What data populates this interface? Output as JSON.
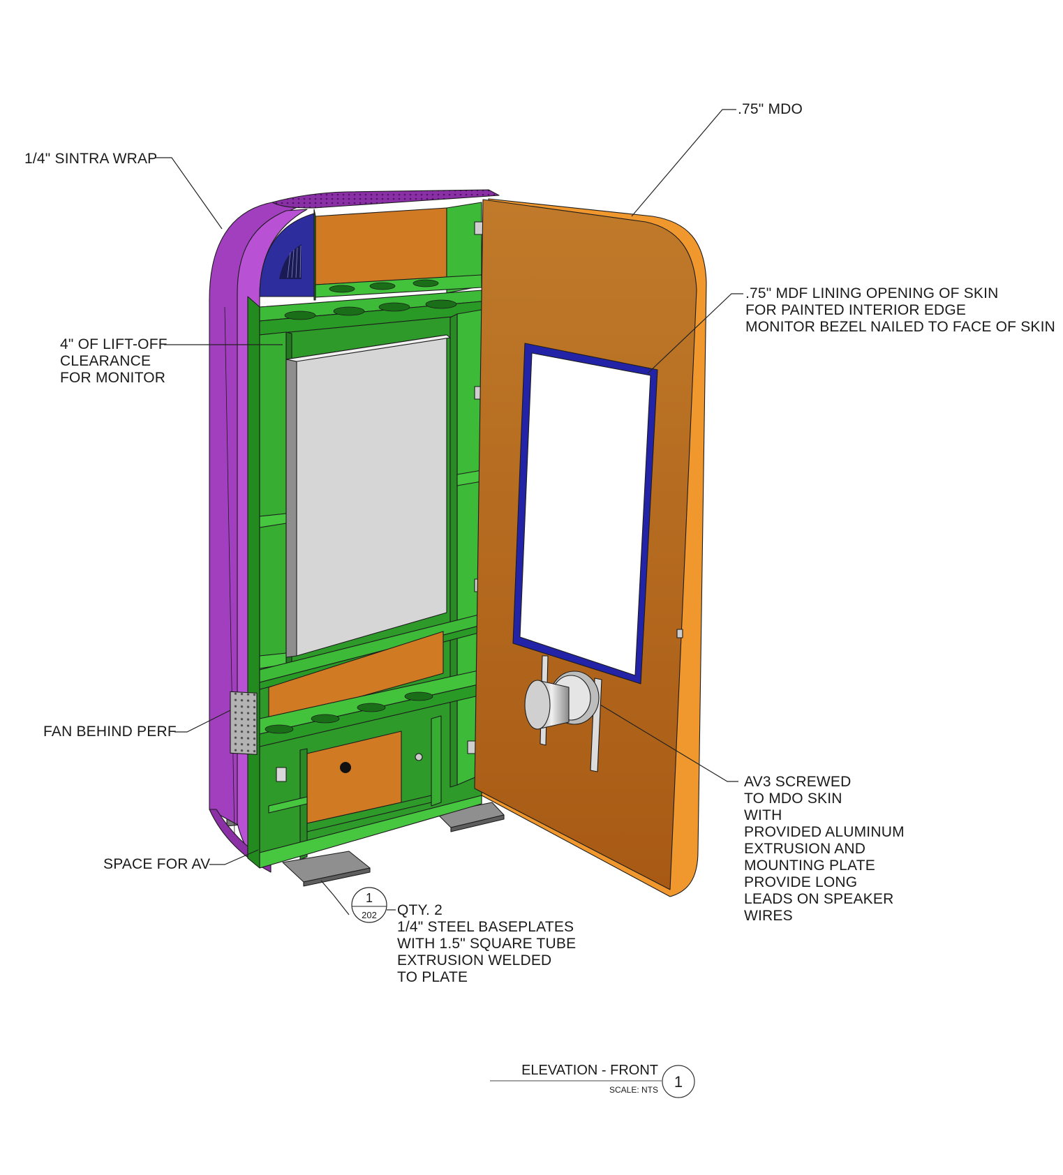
{
  "colors": {
    "sintra_wrap": "#a23fbf",
    "frame": "#2fa82b",
    "mdo_skin": "#b86a1e",
    "mdf_lining": "#2323a8",
    "monitor": "#d6d6d6",
    "steel": "#9a9a9a",
    "orange_panel": "#d17a24"
  },
  "callouts": {
    "sintra_wrap": "1/4\" SINTRA WRAP",
    "mdo": ".75\" MDO",
    "mdf_lining": [
      ".75\" MDF LINING OPENING OF SKIN",
      "FOR PAINTED INTERIOR EDGE",
      "MONITOR BEZEL NAILED TO FACE OF SKIN"
    ],
    "lift_off": [
      "4\" OF LIFT-OFF",
      "CLEARANCE",
      "FOR MONITOR"
    ],
    "fan": "FAN BEHIND PERF",
    "av3": [
      "AV3 SCREWED",
      "TO MDO SKIN",
      "WITH",
      "PROVIDED ALUMINUM",
      "EXTRUSION AND",
      "MOUNTING PLATE",
      "PROVIDE LONG",
      "LEADS ON SPEAKER",
      "WIRES"
    ],
    "space_av": "SPACE FOR AV",
    "baseplates": [
      "QTY. 2",
      "1/4\" STEEL BASEPLATES",
      "WITH 1.5\" SQUARE TUBE",
      "EXTRUSION WELDED",
      "TO PLATE"
    ]
  },
  "detail_tag": {
    "number": "1",
    "sheet": "202"
  },
  "title_block": {
    "title": "ELEVATION - FRONT",
    "scale": "SCALE: NTS",
    "number": "1"
  }
}
